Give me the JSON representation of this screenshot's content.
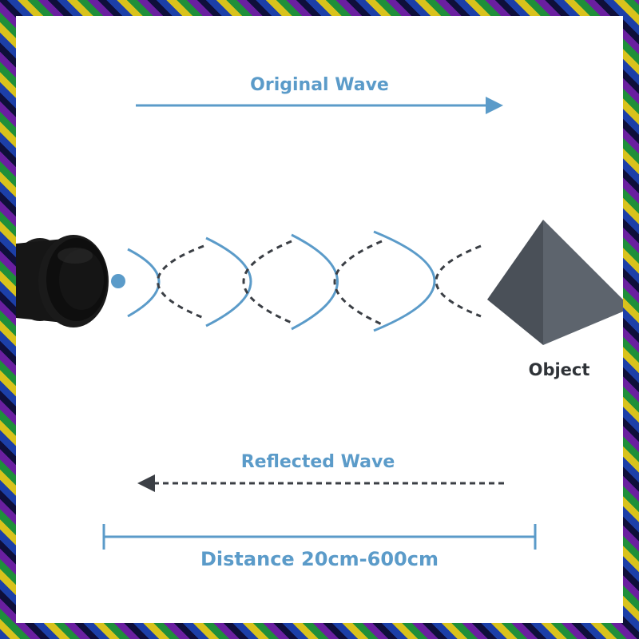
{
  "labels": {
    "original_wave": "Original Wave",
    "object": "Object",
    "reflected_wave": "Reflected Wave",
    "distance": "Distance 20cm-600cm"
  },
  "colors": {
    "wave_blue": "#5b9bc9",
    "dashed_dark": "#3b3f45",
    "label_blue": "#5b9bc9",
    "object_dark": "#4a5058",
    "object_light": "#5d646d",
    "sensor_body": "#141414"
  },
  "icons": {
    "sensor": "ultrasonic-sensor-icon",
    "object": "pyramid-icon"
  }
}
